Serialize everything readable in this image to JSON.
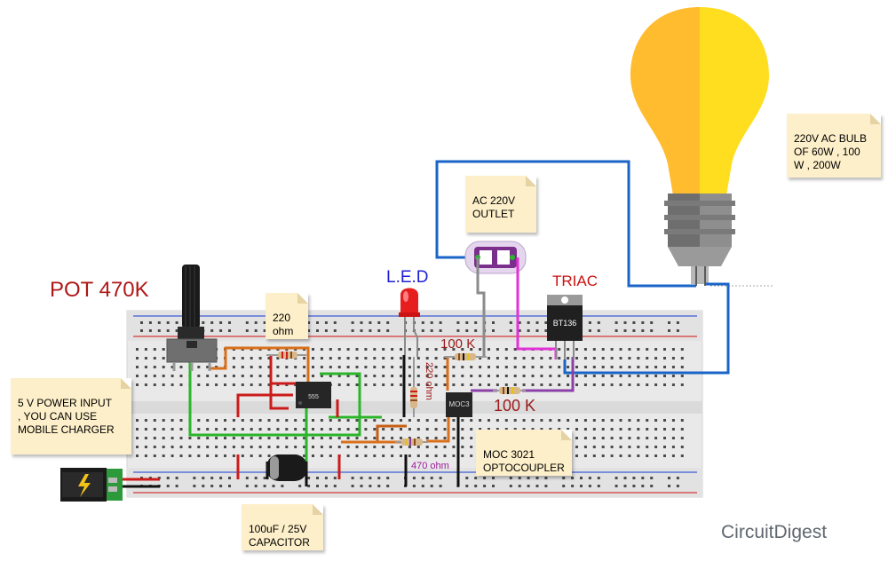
{
  "labels": {
    "pot": "POT 470K",
    "led": "L.E.D",
    "triac": "TRIAC",
    "r100k_top": "100 K",
    "r100k_bottom": "100 K",
    "r220_vertical": "220 ohm",
    "r470": "470 ohm",
    "ic555": "555",
    "moc": "MOC3",
    "triac_part": "BT136"
  },
  "notes": {
    "power": "5 V POWER INPUT\n, YOU CAN USE\nMOBILE CHARGER",
    "r220": "220\nohm",
    "capacitor": "100uF / 25V\nCAPACITOR",
    "ac_outlet": "AC 220V\nOUTLET",
    "moc": "MOC 3021\nOPTOCOUPLER",
    "bulb": "220V AC BULB\nOF 60W , 100\nW , 200W"
  },
  "brand": {
    "name": "CircuitDigest"
  },
  "colors": {
    "pot_label": "#b01818",
    "led_label": "#1f1fd6",
    "triac_label": "#cc1111",
    "resistor_label": "#9b1a1a",
    "r470_label": "#9c1b9c",
    "wire_blue": "#1a64c8",
    "wire_green": "#2bb52b",
    "wire_orange": "#d9701a",
    "wire_red": "#cc1b1b",
    "wire_magenta": "#e233d6",
    "wire_purple": "#8c3fa6",
    "bulb_yellow": "#ffdd1f",
    "bulb_orange": "#ffbc2e"
  }
}
